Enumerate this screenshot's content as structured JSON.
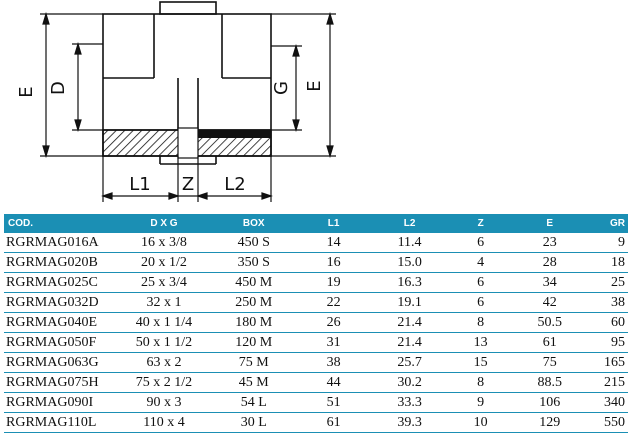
{
  "drawing": {
    "label_e_left": "E",
    "label_d": "D",
    "label_g": "G",
    "label_e_right": "E",
    "label_l1": "L1",
    "label_z": "Z",
    "label_l2": "L2"
  },
  "table": {
    "headers": [
      "COD.",
      "D X G",
      "BOX",
      "L1",
      "L2",
      "Z",
      "E",
      "GR"
    ],
    "rows": [
      [
        "RGRMAG016A",
        "16 x 3/8",
        "450 S",
        "14",
        "11.4",
        "6",
        "23",
        "9"
      ],
      [
        "RGRMAG020B",
        "20 x 1/2",
        "350 S",
        "16",
        "15.0",
        "4",
        "28",
        "18"
      ],
      [
        "RGRMAG025C",
        "25 x 3/4",
        "450 M",
        "19",
        "16.3",
        "6",
        "34",
        "25"
      ],
      [
        "RGRMAG032D",
        "32 x 1",
        "250 M",
        "22",
        "19.1",
        "6",
        "42",
        "38"
      ],
      [
        "RGRMAG040E",
        "40 x 1 1/4",
        "180 M",
        "26",
        "21.4",
        "8",
        "50.5",
        "60"
      ],
      [
        "RGRMAG050F",
        "50 x 1 1/2",
        "120 M",
        "31",
        "21.4",
        "13",
        "61",
        "95"
      ],
      [
        "RGRMAG063G",
        "63 x 2",
        "75 M",
        "38",
        "25.7",
        "15",
        "75",
        "165"
      ],
      [
        "RGRMAG075H",
        "75 x 2 1/2",
        "45 M",
        "44",
        "30.2",
        "8",
        "88.5",
        "215"
      ],
      [
        "RGRMAG090I",
        "90 x 3",
        "54 L",
        "51",
        "33.3",
        "9",
        "106",
        "340"
      ],
      [
        "RGRMAG110L",
        "110 x 4",
        "30 L",
        "61",
        "39.3",
        "10",
        "129",
        "550"
      ]
    ]
  }
}
